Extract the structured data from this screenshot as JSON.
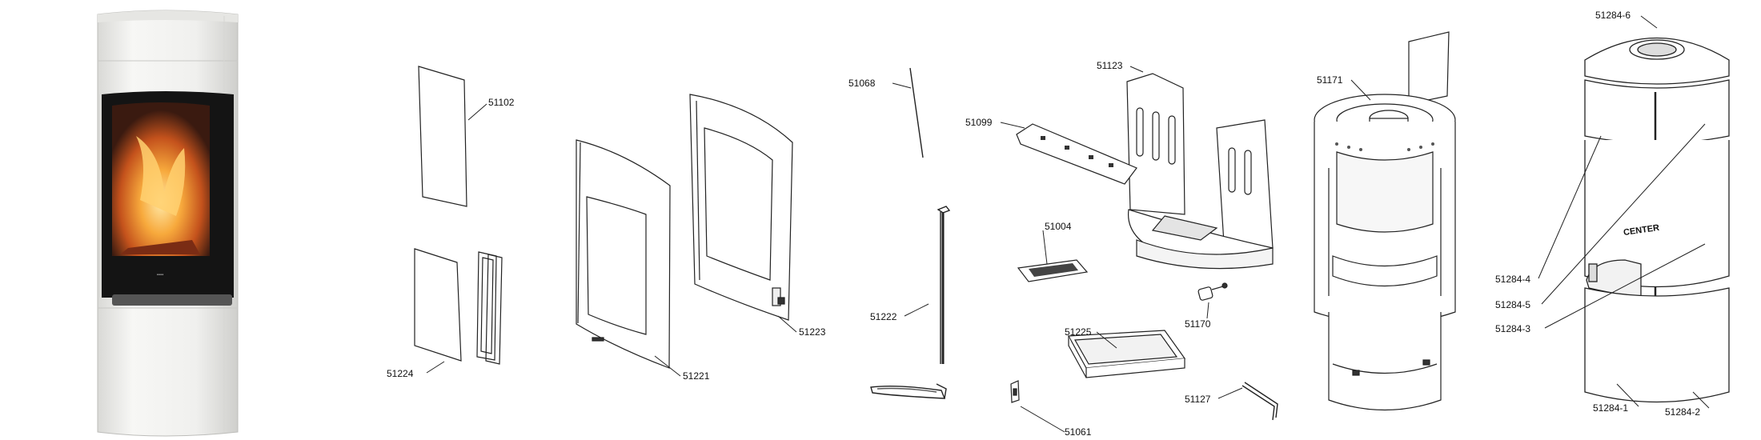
{
  "labels": {
    "p51102": "51102",
    "p51224": "51224",
    "p51221": "51221",
    "p51223": "51223",
    "p51068": "51068",
    "p51222": "51222",
    "p51123": "51123",
    "p51099": "51099",
    "p51004": "51004",
    "p51170": "51170",
    "p51225": "51225",
    "p51061": "51061",
    "p51127": "51127",
    "p51171": "51171",
    "p51284_6": "51284-6",
    "p51284_4": "51284-4",
    "p51284_5": "51284-5",
    "p51284_3": "51284-3",
    "p51284_1": "51284-1",
    "p51284_2": "51284-2"
  },
  "stove_logo": "CENTER",
  "colors": {
    "line": "#222222",
    "body": "#f1f1ee",
    "fire": "#e8892a"
  }
}
